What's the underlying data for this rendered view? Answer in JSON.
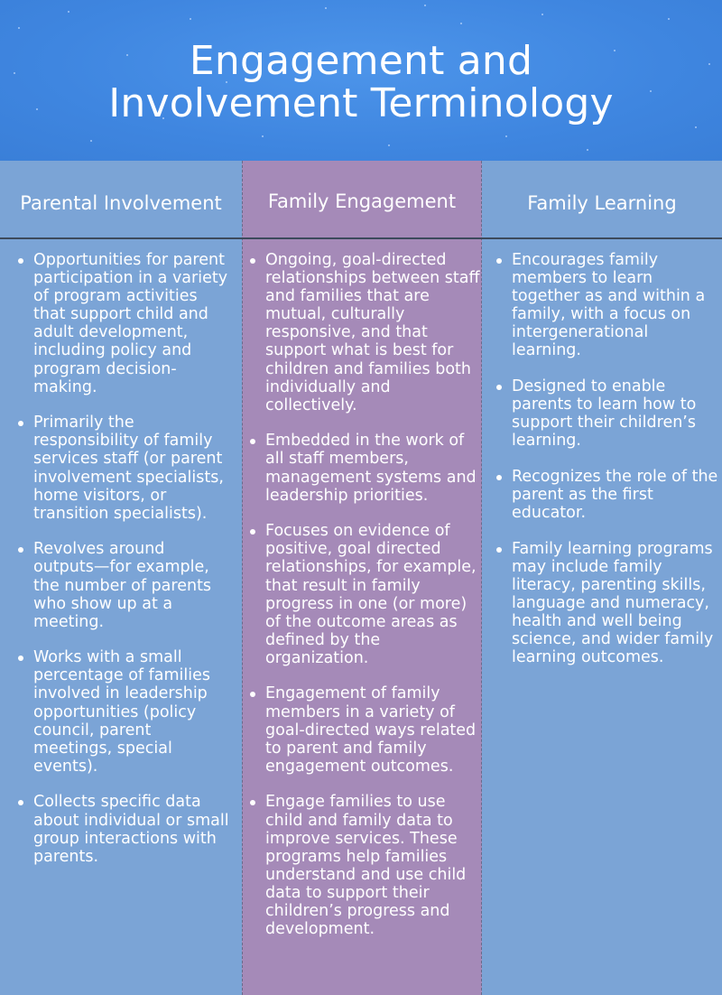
{
  "title": {
    "line1": "Engagement and",
    "line2": "Involvement Terminology"
  },
  "columns": [
    {
      "heading": "Parental Involvement",
      "items": [
        "Opportunities for parent participation in a variety of program activities that support child and adult development, including policy and program decision-making.",
        "Primarily the responsibility of family services staff (or parent involvement specialists, home visitors, or transition specialists).",
        "Revolves around outputs—for example, the number of parents who show up at a meeting.",
        "Works with a small percentage of families involved in leadership opportunities (policy council, parent meetings, special events).",
        "Collects specific data about individual or small group interactions with parents."
      ]
    },
    {
      "heading": "Family Engagement",
      "items": [
        "Ongoing, goal-directed relationships between staff and families that are mutual, culturally responsive, and that support what is best for children and families both individually and collectively.",
        "Embedded in the work of all staff members, management systems and leadership priorities.",
        "Focuses on evidence of positive, goal directed relationships, for example, that result in family progress in one (or more) of the outcome areas as defined by the organization.",
        "Engagement of family members in a variety of goal-directed ways related to parent and family engagement outcomes.",
        "Engage families to use child and family data to improve services. These programs help families understand and use child data to support their children’s progress and development."
      ]
    },
    {
      "heading": "Family Learning",
      "items": [
        "Encourages family members to learn together as and within a family, with a focus on intergenerational learning.",
        "Designed to enable parents to learn how to support their children’s learning.",
        "Recognizes the role of the parent as the first educator.",
        "Family learning programs may include family literacy, parenting skills, language and numeracy, health and well being science, and wider family learning outcomes."
      ]
    }
  ],
  "colors": {
    "header_blue": "#3f86e0",
    "column_blue": "#7ba4d6",
    "column_purple": "#a58ab8",
    "divider": "#3d4a5c"
  }
}
